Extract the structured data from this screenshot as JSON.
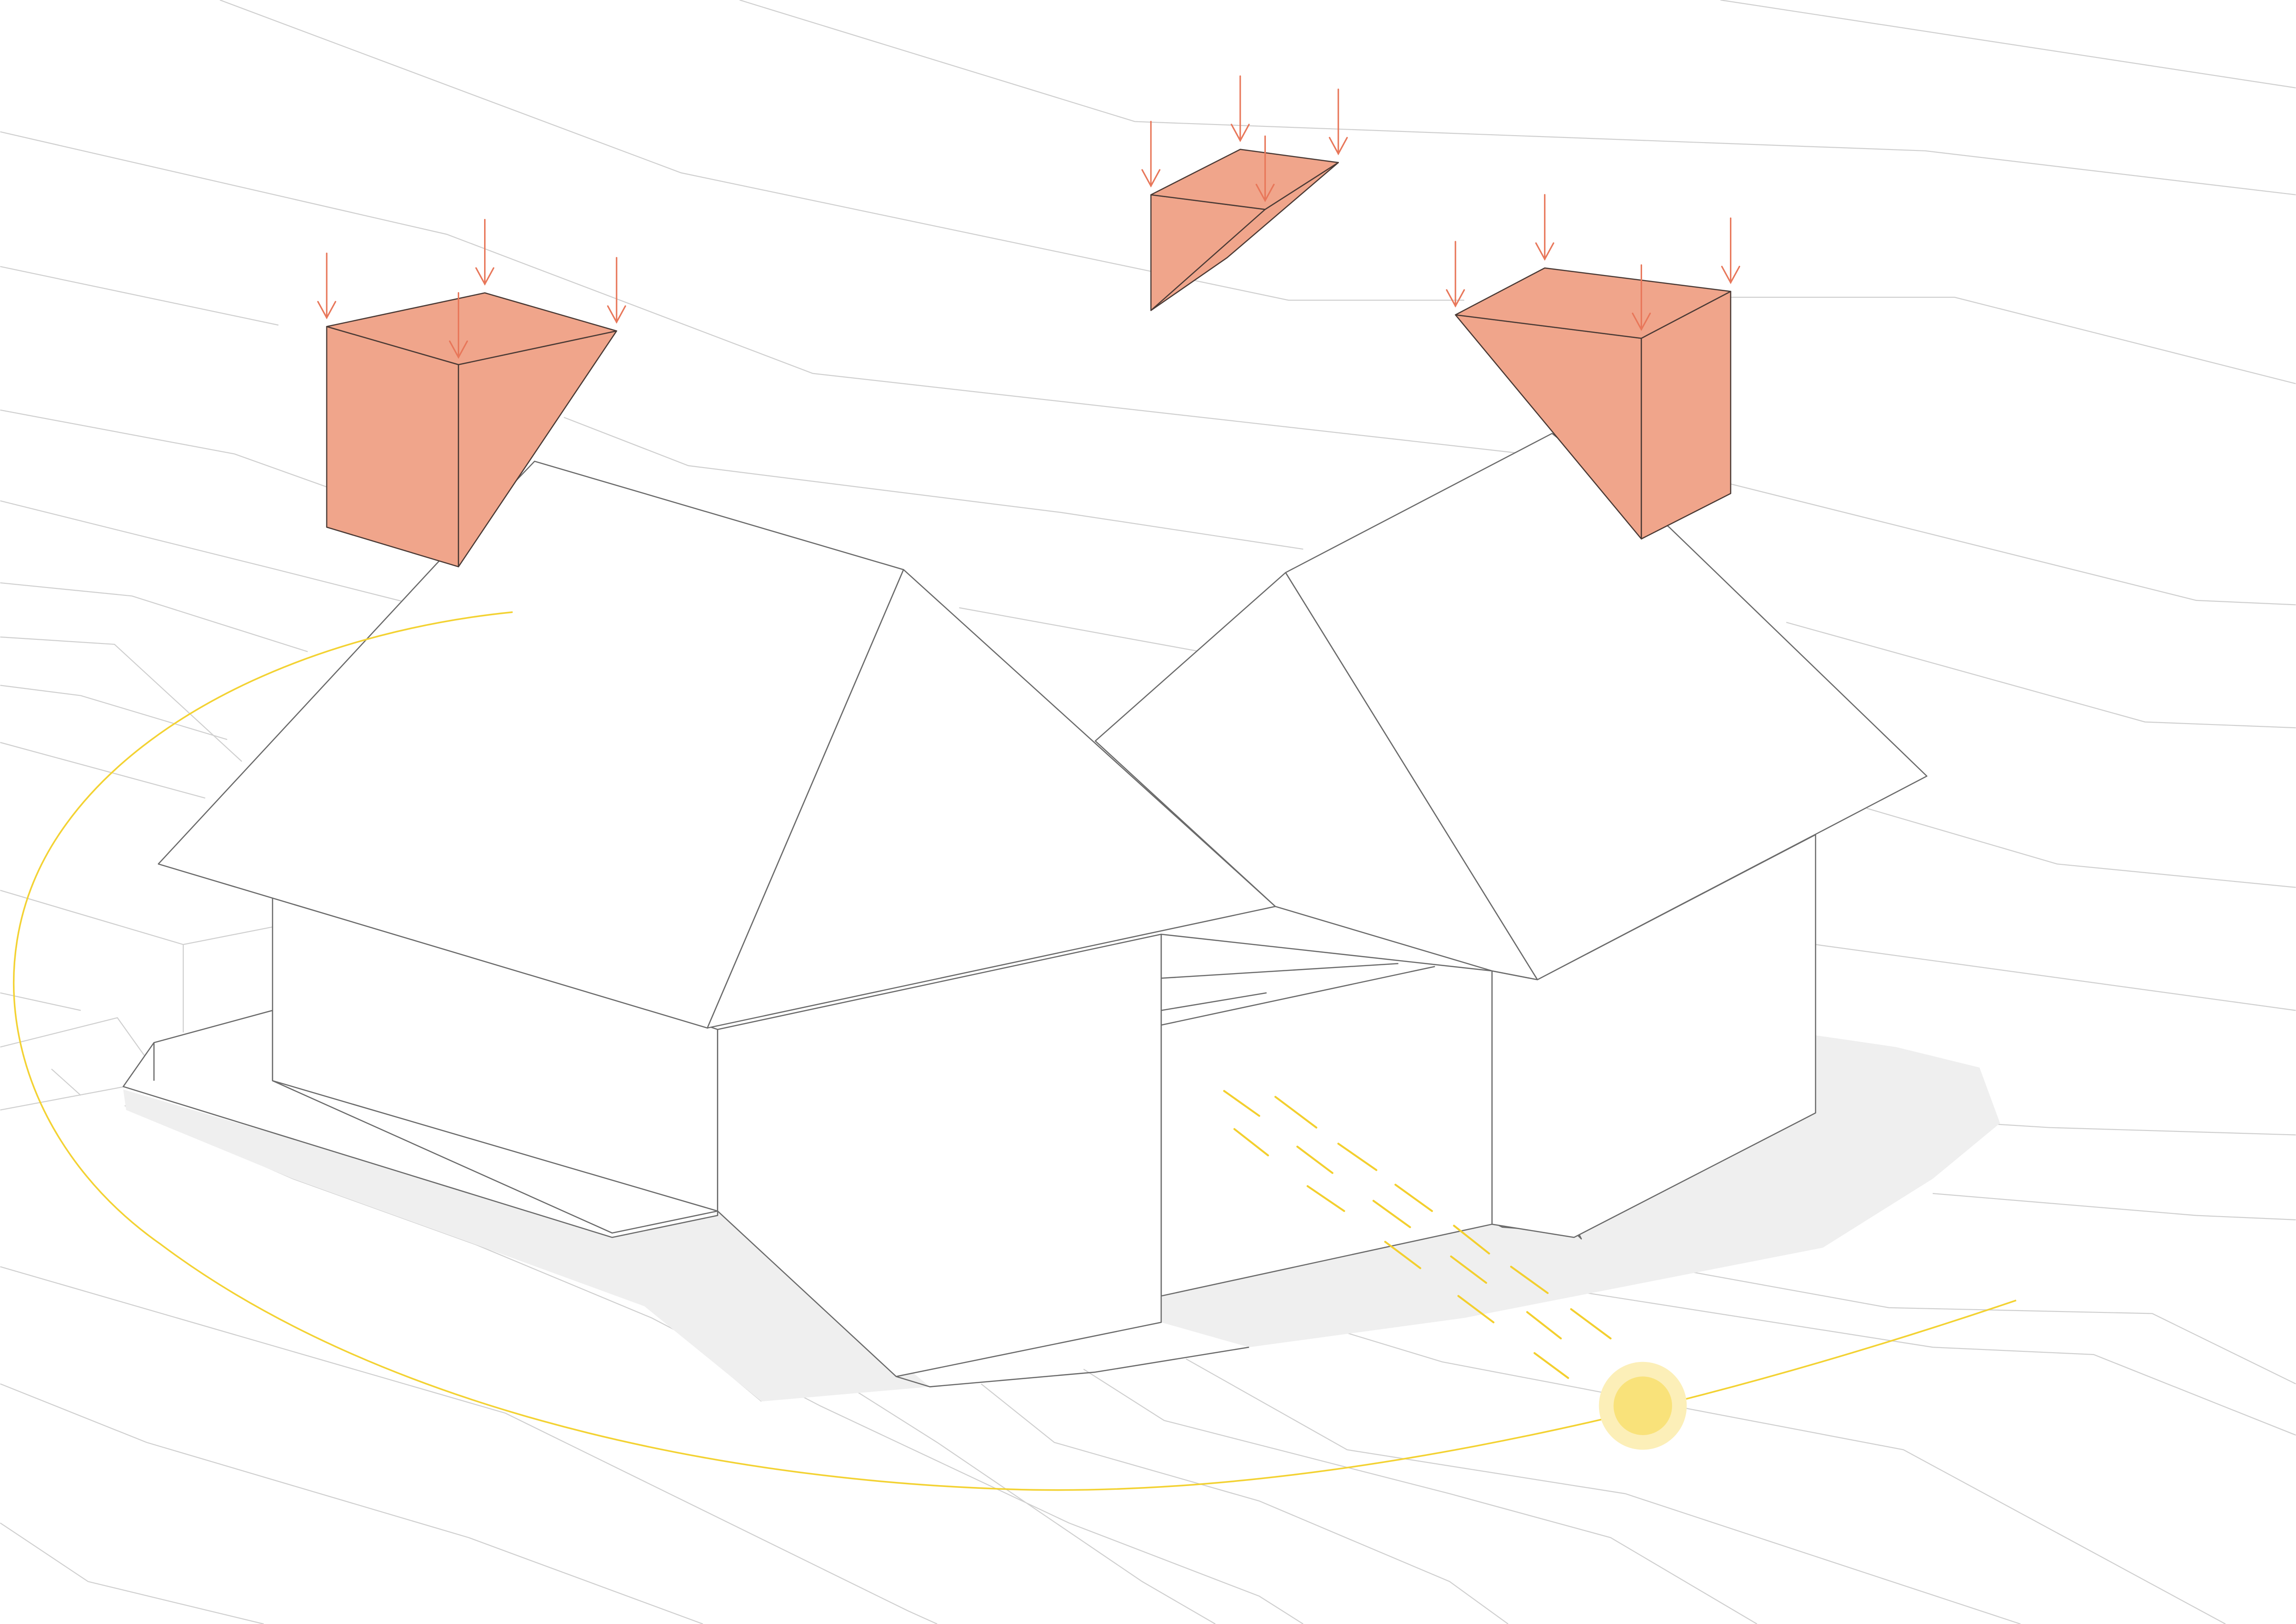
{
  "diagram": {
    "colors": {
      "background": "#ffffff",
      "contour": "#cfcfcf",
      "outline": "#6a6a6a",
      "shadow": "#efefef",
      "volume_fill": "#f0a58b",
      "volume_stroke": "#4a3a35",
      "arrow": "#e8775a",
      "sun_path": "#f3d233",
      "sun_core": "#f9e27a",
      "sun_halo": "#fcefb8",
      "light_ray": "#f3cf2e"
    },
    "elements": {
      "terrain": "contour-lines",
      "ground_shadow": "shadow",
      "buildings": [
        "left-house",
        "right-house",
        "connector"
      ],
      "volumes": [
        "left-volume",
        "middle-volume",
        "right-volume"
      ],
      "load_arrows": "down-arrows",
      "sun_path": "elliptical-arc",
      "sun": "sun-icon",
      "light_rays": "dashed-rays"
    }
  }
}
